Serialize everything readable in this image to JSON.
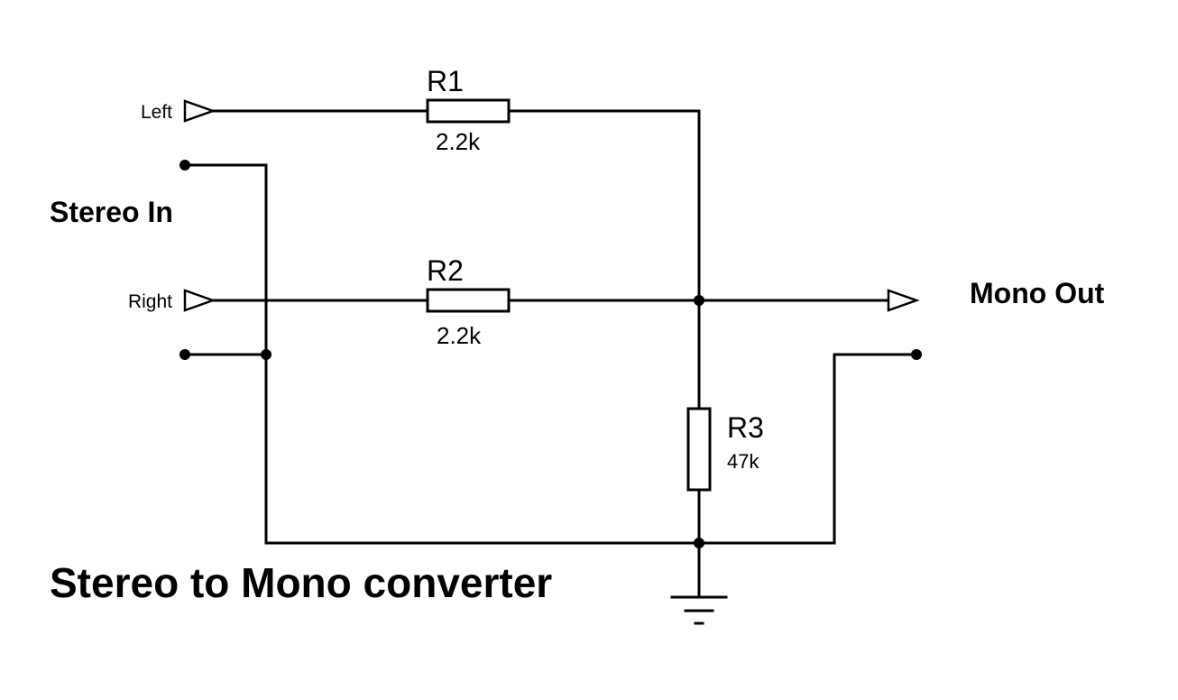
{
  "title": "Stereo to Mono converter",
  "input_group_label": "Stereo In",
  "output_label": "Mono Out",
  "ports": {
    "left": "Left",
    "right": "Right"
  },
  "resistors": {
    "r1": {
      "ref": "R1",
      "value": "2.2k"
    },
    "r2": {
      "ref": "R2",
      "value": "2.2k"
    },
    "r3": {
      "ref": "R3",
      "value": "47k"
    }
  },
  "colors": {
    "ink": "#000000",
    "background": "#ffffff"
  }
}
